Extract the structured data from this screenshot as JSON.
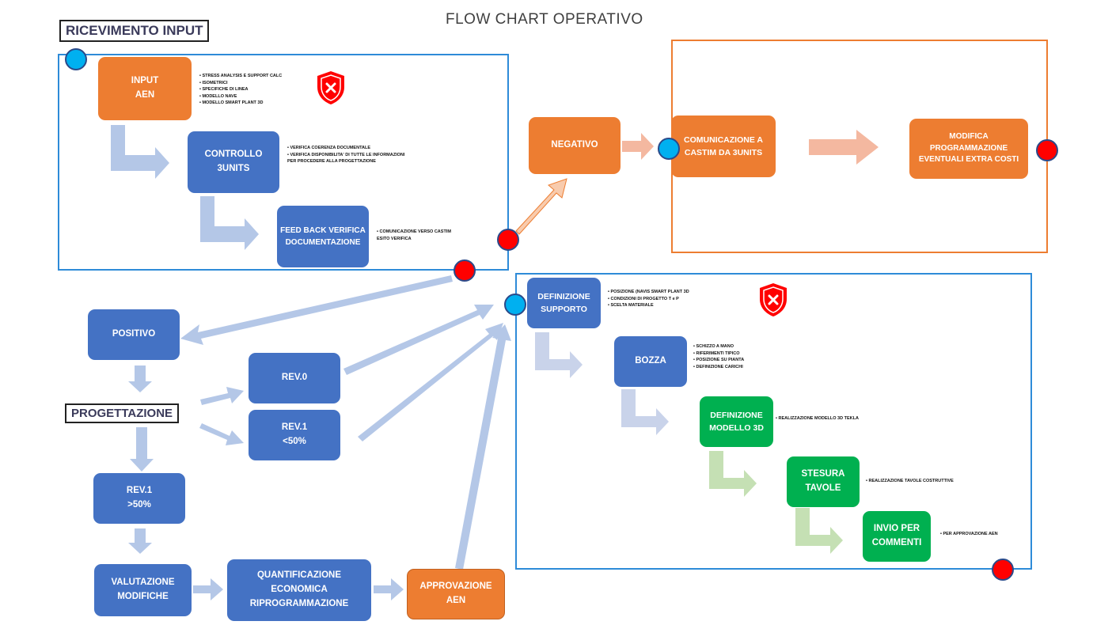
{
  "title": "FLOW CHART OPERATIVO",
  "colors": {
    "orange": "#ED7D31",
    "blue": "#4472C4",
    "green": "#00B050",
    "region_blue": "#2E8BD8",
    "region_orange": "#ED7D31",
    "arrow_blue": "#B4C7E7",
    "arrow_orange": "#F4B8A0",
    "arrow_green": "#C5E0B4",
    "start_dot": "#00B0F0",
    "end_dot": "#FF0000",
    "shield": "#FF0000"
  },
  "labels": {
    "ricevimento_input": "RICEVIMENTO INPUT",
    "progettazione": "PROGETTAZIONE"
  },
  "nodes": {
    "input_aen": [
      "INPUT",
      "AEN"
    ],
    "controllo_3units": [
      "CONTROLLO",
      "3UNITS"
    ],
    "feedback": [
      "FEED BACK VERIFICA",
      "DOCUMENTAZIONE"
    ],
    "negativo": [
      "NEGATIVO"
    ],
    "comunicazione": [
      "COMUNICAZIONE A",
      "CASTIM DA 3UNITS"
    ],
    "modifica": [
      "MODIFICA",
      "PROGRAMMAZIONE",
      "EVENTUALI EXTRA COSTI"
    ],
    "positivo": [
      "POSITIVO"
    ],
    "rev0": [
      "REV.0"
    ],
    "rev1_lt50": [
      "REV.1",
      "<50%"
    ],
    "rev1_gt50": [
      "REV.1",
      ">50%"
    ],
    "valutazione": [
      "VALUTAZIONE",
      "MODIFICHE"
    ],
    "quantificazione": [
      "QUANTIFICAZIONE",
      "ECONOMICA",
      "RIPROGRAMMAZIONE"
    ],
    "approvazione": [
      "APPROVAZIONE",
      "AEN"
    ],
    "definizione_supporto": [
      "DEFINIZIONE",
      "SUPPORTO"
    ],
    "bozza": [
      "BOZZA"
    ],
    "definizione_modello": [
      "DEFINIZIONE",
      "MODELLO 3D"
    ],
    "stesura_tavole": [
      "STESURA",
      "TAVOLE"
    ],
    "invio_commenti": [
      "INVIO PER",
      "COMMENTI"
    ]
  },
  "notes": {
    "input_aen": [
      "STRESS ANALYSIS E SUPPORT CALC",
      "ISOMETRICI",
      "SPECIFICHE DI LINEA",
      "MODELLO NAVE",
      "MODELLO SMART PLANT 3D"
    ],
    "controllo_3units": [
      "VERIFICA COERENZA DOCUMENTALE",
      "VERIFICA DISPONIBILITA' DI TUTTE LE INFORMAZIONI PER PROCEDERE ALLA PROGETTAZIONE"
    ],
    "feedback": [
      "COMUNICAZIONE VERSO CASTIM ESITO VERIFICA"
    ],
    "definizione_supporto": [
      "POSIZIONE (NAVIS SMART PLANT 3D",
      "CONDIZIONI DI PROGETTO T e P",
      "SCELTA MATERIALE"
    ],
    "bozza": [
      "SCHIZZO A MANO",
      "RIFERIMENTI TIPICO",
      "POSIZIONE SU PIANTA",
      "DEFINIZIONE CARICHI"
    ],
    "definizione_modello": [
      "REALIZZAZIONE MODELLO 3D TEKLA"
    ],
    "stesura_tavole": [
      "REALIZZAZIONE TAVOLE COSTRUTTIVE"
    ],
    "invio_commenti": [
      "PER APPROVAZIONE AEN"
    ]
  },
  "icons": {
    "shield": "shield-x-icon",
    "start": "start-dot",
    "end": "end-dot"
  }
}
